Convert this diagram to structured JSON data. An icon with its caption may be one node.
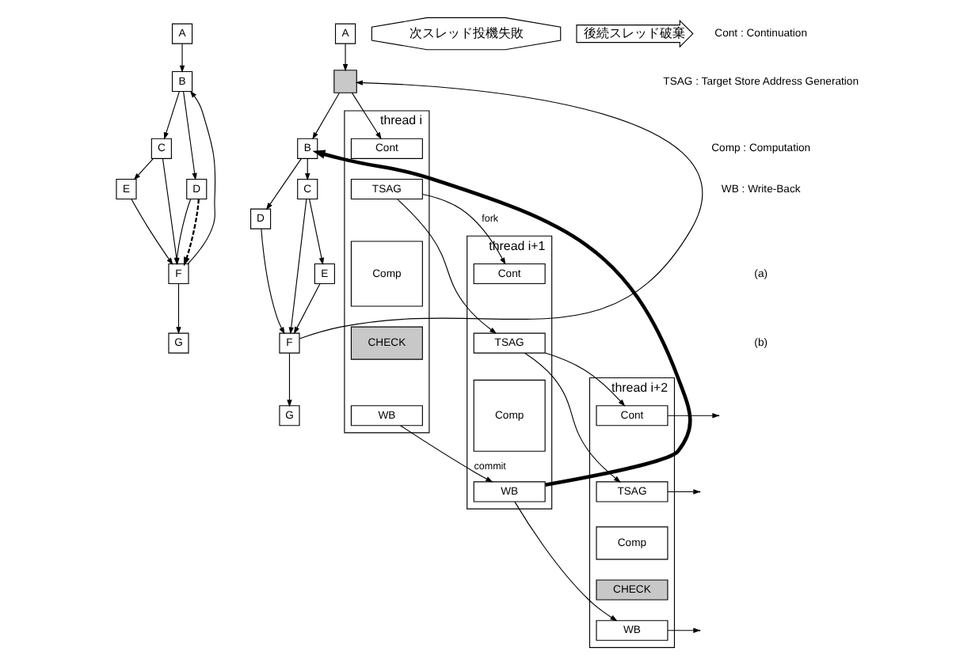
{
  "diagram": {
    "nodes": [
      {
        "text": [
          "A"
        ]
      },
      {
        "text": [
          "B"
        ]
      },
      {
        "text": [
          "C"
        ]
      },
      {
        "text": [
          "D"
        ]
      },
      {
        "text": [
          "E"
        ]
      },
      {
        "text": [
          "F"
        ]
      },
      {
        "text": [
          "G"
        ]
      },
      {
        "text": [
          "A"
        ]
      },
      {
        "text": [],
        "shape": "box"
      },
      {
        "text": [
          "B"
        ]
      },
      {
        "text": [
          "C"
        ]
      },
      {
        "text": [
          "D"
        ]
      },
      {
        "text": [
          "E"
        ]
      },
      {
        "text": [
          "F"
        ]
      },
      {
        "text": [
          "G"
        ]
      },
      {
        "text": [
          "thread i"
        ]
      },
      {
        "text": [
          "Cont"
        ],
        "in": 15
      },
      {
        "text": [
          "TSAG"
        ],
        "in": 15
      },
      {
        "text": [
          "Comp"
        ],
        "in": 15
      },
      {
        "text": [
          "CHECK"
        ],
        "in": 15
      },
      {
        "text": [
          "WB"
        ],
        "in": 15
      },
      {
        "text": [
          "thread i+1"
        ]
      },
      {
        "text": [
          "Cont"
        ],
        "in": 21
      },
      {
        "text": [
          "TSAG"
        ],
        "in": 21
      },
      {
        "text": [
          "Comp"
        ],
        "in": 21
      },
      {
        "text": [
          "WB"
        ],
        "in": 21
      },
      {
        "text": [
          "thread i+2"
        ]
      },
      {
        "text": [
          "Cont"
        ],
        "in": 26
      },
      {
        "text": [
          "TSAG"
        ],
        "in": 26
      },
      {
        "text": [
          "Comp"
        ],
        "in": 26
      },
      {
        "text": [
          "CHECK"
        ],
        "in": 26
      },
      {
        "text": [
          "WB"
        ],
        "in": 26
      },
      {
        "text": [
          "次スレッド投機失敗"
        ]
      },
      {
        "text": [
          "後続スレッド破棄"
        ]
      }
    ],
    "edges": [
      {
        "from": 0,
        "to": 1,
        "arrow": "to"
      },
      {
        "from": 1,
        "to": 2,
        "arrow": "to"
      },
      {
        "from": 1,
        "to": 3,
        "arrow": "to"
      },
      {
        "from": 2,
        "to": 4,
        "arrow": "to"
      },
      {
        "from": 2,
        "to": 5,
        "arrow": "to"
      },
      {
        "from": 3,
        "to": 5,
        "arrow": "to"
      },
      {
        "from": 4,
        "to": 5,
        "arrow": "to"
      },
      {
        "from": 5,
        "to": 6,
        "arrow": "to"
      },
      {
        "from": 5,
        "to": 1,
        "arrow": "to"
      },
      {
        "from": 3,
        "to": 5,
        "arrow": "to",
        "style": "dashed"
      },
      {
        "from": 7,
        "to": 8,
        "arrow": "to"
      },
      {
        "from": 8,
        "to": 9,
        "arrow": "to"
      },
      {
        "from": 13,
        "to": 8,
        "arrow": "to"
      },
      {
        "from": 8,
        "to": 16,
        "arrow": "to"
      },
      {
        "from": 9,
        "to": 10,
        "arrow": "to"
      },
      {
        "from": 9,
        "to": 11,
        "arrow": "to"
      },
      {
        "from": 10,
        "to": 12,
        "arrow": "to"
      },
      {
        "from": 10,
        "to": 13,
        "arrow": "to"
      },
      {
        "from": 11,
        "to": 13,
        "arrow": "to"
      },
      {
        "from": 12,
        "to": 13,
        "arrow": "to"
      },
      {
        "from": 13,
        "to": 14,
        "arrow": "to"
      },
      {
        "from": 25,
        "to": 9,
        "arrow": "to",
        "style": "thick"
      },
      {
        "from": 17,
        "to": 22,
        "arrow": "to",
        "label": "fork"
      },
      {
        "from": 17,
        "to": 23,
        "arrow": "to"
      },
      {
        "from": 23,
        "to": 27,
        "arrow": "to"
      },
      {
        "from": 23,
        "to": 28,
        "arrow": "to"
      },
      {
        "from": 20,
        "to": 25,
        "arrow": "to",
        "label": "commit"
      },
      {
        "from": 25,
        "to": 31,
        "arrow": "to"
      },
      {
        "from": 27,
        "to": null,
        "arrow": "to"
      },
      {
        "from": 28,
        "to": null,
        "arrow": "to"
      },
      {
        "from": 31,
        "to": null,
        "arrow": "to"
      }
    ],
    "labels": [
      "Cont : Continuation",
      "TSAG : Target Store Address Generation",
      "Comp : Computation",
      "WB : Write-Back",
      "(a)",
      "(b)"
    ]
  }
}
